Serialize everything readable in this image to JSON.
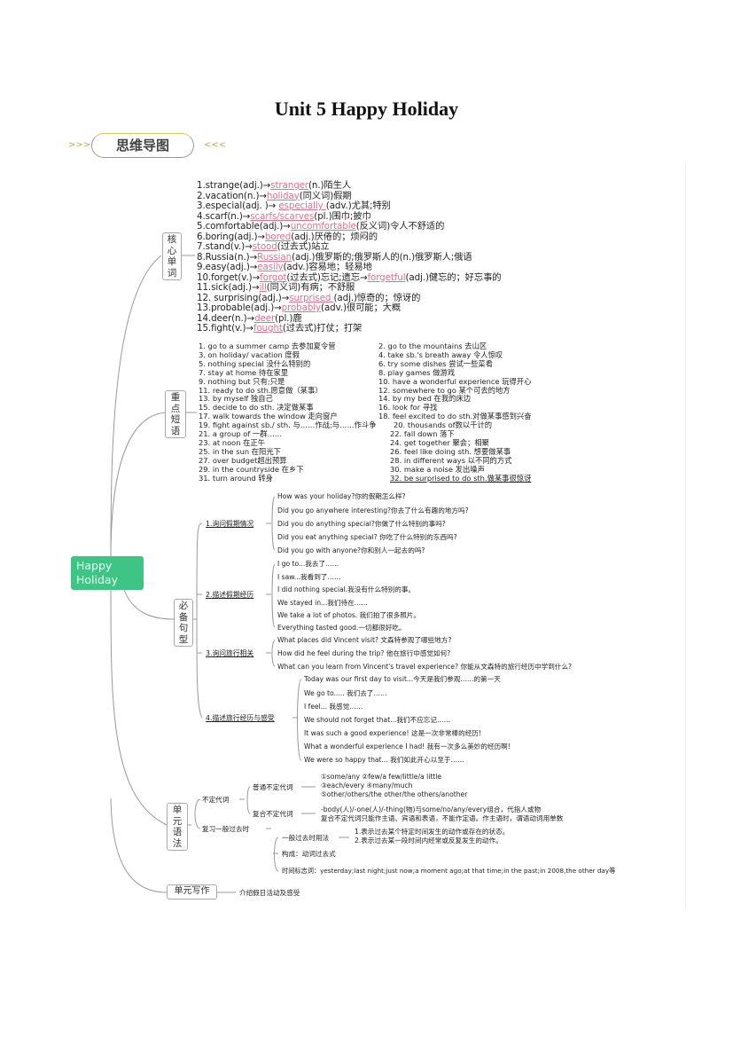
{
  "title": "Unit 5 Happy Holiday",
  "banner": {
    "left_chevrons": ">>>",
    "label": "思维导图",
    "right_chevrons": "<<<"
  },
  "root": {
    "line1": "Happy",
    "line2": "Holiday"
  },
  "accent_color": "#3ec585",
  "highlight_color": "#e2708c",
  "vocab": {
    "label": [
      "核",
      "心",
      "单",
      "词"
    ],
    "items": [
      {
        "a": "1.strange(adj.)→",
        "b": "stranger",
        "c": "(n.)陌生人"
      },
      {
        "a": "2.vacation(n.)→",
        "b": "holiday",
        "c": "(同义词)假期"
      },
      {
        "a": "3.especial(adj. )→ ",
        "b": "especially ",
        "c": "(adv.)尤其;特别"
      },
      {
        "a": "4.scarf(n.)→",
        "b": "scarfs/scarves",
        "c": "(pl.)围巾;披巾"
      },
      {
        "a": "5.comfortable(adj.)→",
        "b": "uncomfortable",
        "c": "(反义词)令人不舒适的"
      },
      {
        "a": "6.boring(adj.)→",
        "b": "bored",
        "c": "(adj.)厌倦的；烦闷的"
      },
      {
        "a": "7.stand(v.)→",
        "b": "stood",
        "c": "(过去式)站立"
      },
      {
        "a": "8.Russia(n.)→",
        "b": "Russian",
        "c": "(adj.)俄罗斯的;俄罗斯人的(n.)俄罗斯人;俄语"
      },
      {
        "a": "9.easy(adj.)→",
        "b": "easily",
        "c": "(adv.)容易地；轻易地"
      },
      {
        "a": "10.forget(v.)→",
        "b": "forgot",
        "c": "(过去式)忘记;遗忘→",
        "d": "forgetful",
        "e": "(adj.)健忘的；好忘事的"
      },
      {
        "a": "11.sick(adj.)→",
        "b": "ill",
        "c": "(同义词)有病；不舒服"
      },
      {
        "a": "12. surprising(adj.)→",
        "b": "surprised ",
        "c": "(adj.)惊奇的；惊讶的"
      },
      {
        "a": "13.probable(adj.)→",
        "b": "probably",
        "c": "(adv.)很可能；大概"
      },
      {
        "a": "14.deer(n.)→",
        "b": "deer",
        "c": "(pl.)鹿"
      },
      {
        "a": "15.fight(v.)→",
        "b": "fought",
        "c": "(过去式)打仗；打架"
      }
    ]
  },
  "phrases": {
    "label": [
      "重",
      "点",
      "短",
      "语"
    ],
    "left": [
      "1. go to a summer camp 去参加夏令营",
      "3. on holiday/ vacation 度假",
      "5. nothing special 没什么特别的",
      "7. stay at home 待在家里",
      "9. nothing but 只有;只是",
      "11. ready to do sth.愿意做（某事）",
      "13. by myself 独自己",
      "15. decide to do sth. 决定做某事",
      "17. walk towards the window 走向窗户",
      "19. fight against sb./ sth. 与……作战;与……作斗争",
      "21. a group of 一群……",
      "23. at noon 在正午",
      "25. in the sun 在阳光下",
      "27. over budget超出预算",
      "29. in the countryside 在乡下",
      "31. turn around 转身"
    ],
    "right": [
      "2. go to the mountains 去山区",
      "4. take sb.'s breath away 令人惊叹",
      "6. try some dishes 尝试一些菜肴",
      "8. play games 做游戏",
      "10. have a wonderful experience 玩得开心",
      "12. somewhere to go 某个可去的地方",
      "14. by my bed 在我的床边",
      "16. look for 寻找",
      "18. feel excited to do sth.对做某事感到兴奋",
      "20. thousands of数以千计的",
      "22. fall down 落下",
      "24. get together 聚会；相聚",
      "26. feel like doing sth. 想要做某事",
      "28. in different ways 以不同的方式",
      "30. make a noise 发出噪声",
      "32. be surprised to do sth.做某事很惊讶"
    ]
  },
  "sentences": {
    "label": [
      "必",
      "备",
      "句",
      "型"
    ],
    "groups": [
      {
        "label": "1.询问假期情况",
        "items": [
          "How was your holiday?你的假期怎么样?",
          "Did you go anywhere interesting?你去了什么有趣的地方吗?",
          "Did you do anything special?你做了什么特别的事吗?",
          "Did you eat anything special? 你吃了什么特别的东西吗?",
          "Did you go with anyone?你和别人一起去的吗?"
        ]
      },
      {
        "label": "2.描述假期经历",
        "items": [
          "I go to...我去了……",
          "I saw...我看到了……",
          "I did nothing special.我没有什么特别的事。",
          "We stayed in...我们待在……",
          "We take a lot of photos. 我们拍了很多照片。",
          "Everything tasted good.一切都很好吃。"
        ]
      },
      {
        "label": "3.询问旅行相关",
        "items": [
          "What places did Vincent visit? 文森特参观了哪些地方?",
          "How did he feel during the trip? 他在旅行中感觉如何?",
          "What can you learn from Vincent's travel experience? 你能从文森特的旅行经历中学到什么?"
        ]
      },
      {
        "label": "4.描述旅行经历与感受",
        "items": [
          "Today was our first day to visit...今天是我们参观……的第一天",
          "We go to..... 我们去了……",
          "I feel... 我感觉……",
          "We should not forget that...我们不应忘记……",
          "It was such a good experience! 这是一次非常棒的经历!",
          "What a wonderful experience I had! 我有一次多么美妙的经历啊!",
          "We were so happy that... 我们如此开心以至于……"
        ]
      }
    ]
  },
  "grammar": {
    "label": [
      "单",
      "元",
      "语",
      "法"
    ],
    "indef": "不定代词",
    "common": "普通不定代词",
    "common_items": [
      "①some/any    ②few/a few/little/a little",
      "③each/every    ④many/much",
      "⑤other/others/the other/the others/another"
    ],
    "compound": "复合不定代词",
    "compound_items": [
      "-body(人)/-one(人)/-thing(物)与some/no/any/every组合，代指人或物",
      "复合不定代词只能作主语、宾语和表语，不能作定语。作主语时，谓语动词用单数"
    ],
    "past": "复习一般过去时",
    "usage": "一般过去时用法",
    "usage_items": [
      "1.表示过去某个特定时间发生的动作或存在的状态。",
      "2.表示过去某一段时间内经常或反复发生的动作。"
    ],
    "form": "构成：动词过去式",
    "time_words": "时间标志词：yesterday;last night;just now;a moment ago;at that time;in the past;in 2008,the other day等"
  },
  "writing": {
    "label": "单元写作",
    "content": "介绍假日活动及感受"
  }
}
